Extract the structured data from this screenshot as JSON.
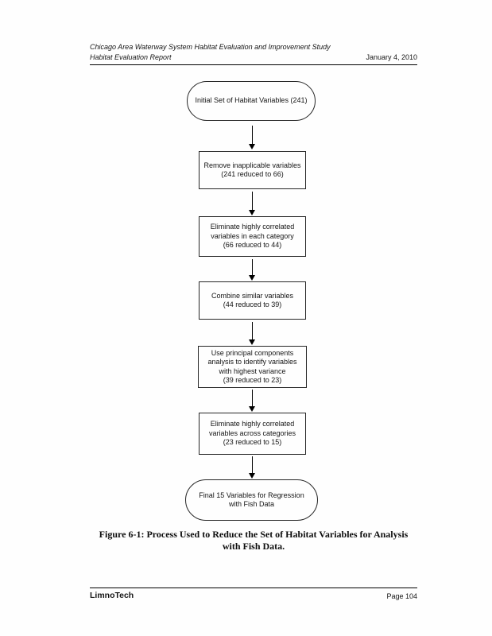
{
  "header": {
    "study_title": "Chicago Area Waterway System Habitat Evaluation and Improvement Study",
    "report_title": "Habitat Evaluation Report",
    "date": "January 4, 2010"
  },
  "flowchart": {
    "start_node": "Initial Set of Habitat Variables (241)",
    "steps": [
      {
        "text": "Remove inapplicable variables\n(241 reduced to 66)"
      },
      {
        "text": "Eliminate highly correlated\nvariables in each category\n(66 reduced to 44)"
      },
      {
        "text": "Combine similar variables\n(44 reduced to 39)"
      },
      {
        "text": "Use principal components\nanalysis to identify variables\nwith highest variance\n(39 reduced to 23)"
      },
      {
        "text": "Eliminate highly correlated\nvariables across categories\n(23 reduced to 15)"
      }
    ],
    "end_node": "Final 15 Variables for Regression\nwith Fish Data"
  },
  "caption": "Figure 6-1: Process Used to Reduce the Set of Habitat Variables for Analysis\nwith Fish Data.",
  "footer": {
    "company": "LimnoTech",
    "page": "Page 104"
  }
}
